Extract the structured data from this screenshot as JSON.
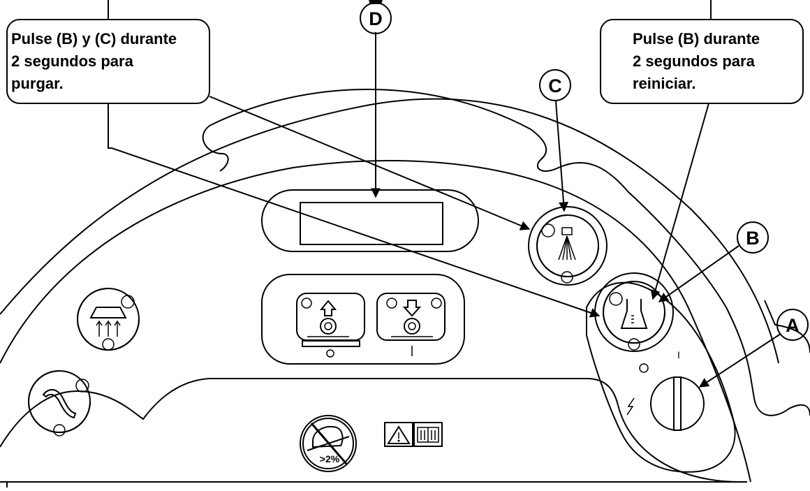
{
  "callouts": {
    "purge": {
      "lines": [
        "Pulse (B) y (C) durante",
        "2 segundos para",
        "purgar."
      ]
    },
    "reset": {
      "lines": [
        "Pulse (B) durante",
        "2 segundos para",
        "reiniciar."
      ]
    }
  },
  "labels": {
    "a": "A",
    "b": "B",
    "c": "C",
    "d": "D"
  },
  "icons": {
    "slope_warning_text": ">2%",
    "switch_on_mark": "I",
    "switch_off_mark": "O"
  }
}
